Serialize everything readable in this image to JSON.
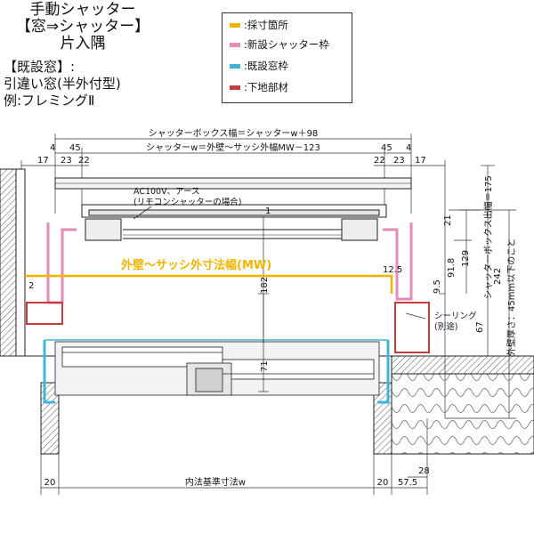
{
  "title": {
    "line1": "手動シャッター",
    "line2": "【窓⇒シャッター】",
    "line3": "片入隅"
  },
  "spec": {
    "line1": "【既設窓】:",
    "line2": "引違い窓(半外付型)",
    "line3": "例:フレミングⅡ"
  },
  "legend": [
    {
      "label": ":採寸箇所",
      "color": "#f0b400"
    },
    {
      "label": ":新設シャッター枠",
      "color": "#e68ab8"
    },
    {
      "label": ":既設窓枠",
      "color": "#45b3d6"
    },
    {
      "label": ":下地部材",
      "color": "#c43c3c"
    }
  ],
  "dims": {
    "box_width": "シャッターボックス幅＝シャッターw＋98",
    "shutter_w": "シャッターw＝外壁～サッシ外幅MW－123",
    "left_4": "4",
    "left_45": "45",
    "left_17": "17",
    "left_23": "23",
    "left_22": "22",
    "right_45": "45",
    "right_4": "4",
    "right_22": "22",
    "right_23": "23",
    "right_17": "17",
    "d1": "1",
    "d21": "21",
    "d129": "129",
    "d91_8": "91.8",
    "d9_5": "9.5",
    "d12_5": "12.5",
    "d2": "2",
    "d182": "182",
    "d71": "71",
    "d67": "67",
    "d28": "28",
    "d20_left": "20",
    "d20_right": "20",
    "d57_5": "57.5",
    "projection": "シャッターボックス出幅＝175",
    "d242": "242",
    "wall_thickness": "外壁厚さ：45mm以下のこと",
    "inner_dim": "内法基準寸法w"
  },
  "annotations": {
    "ac100v_line1": "AC100V、アース",
    "ac100v_line2": "(リモコンシャッターの場合)",
    "mw_label": "外壁～サッシ外寸法幅(MW)",
    "sealing_line1": "シーリング",
    "sealing_line2": "(別途)"
  },
  "colors": {
    "measure": "#f0b400",
    "new_frame": "#e68ab8",
    "existing_frame": "#45b3d6",
    "substrate": "#c43c3c"
  }
}
